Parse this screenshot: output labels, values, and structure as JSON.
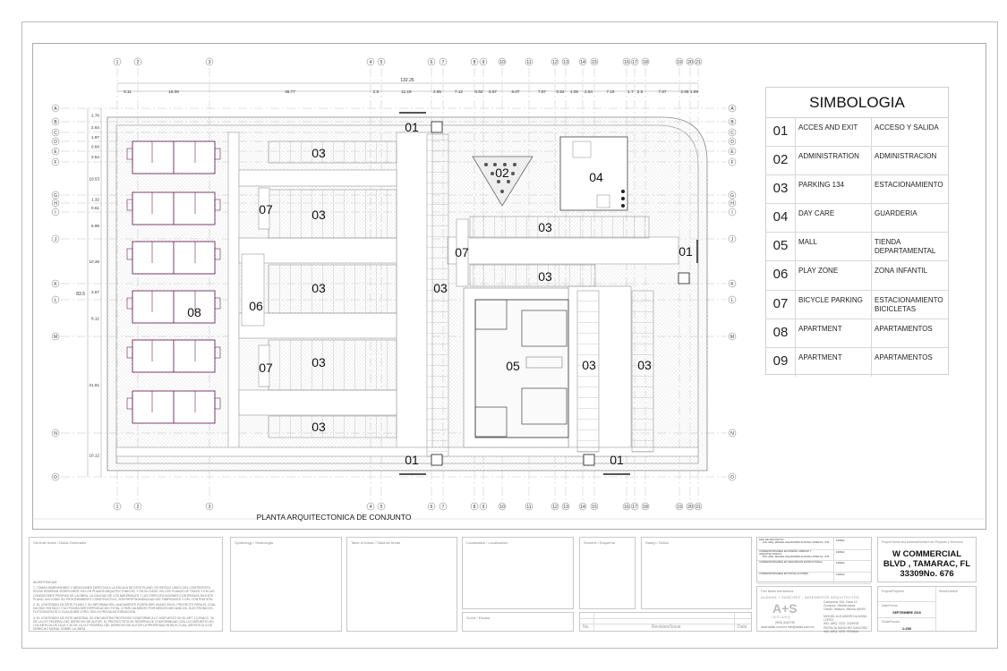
{
  "sheet": {
    "drawing_title": "PLANTA ARQUITECTONICA DE CONJUNTO",
    "grid_columns": [
      "1",
      "2",
      "3",
      "4",
      "5",
      "6",
      "7",
      "8",
      "9",
      "10",
      "11",
      "12",
      "13",
      "14",
      "15",
      "16",
      "17",
      "18",
      "19",
      "20",
      "21"
    ],
    "grid_rows": [
      "A",
      "B",
      "C",
      "D",
      "E",
      "F",
      "G",
      "H",
      "I",
      "J",
      "K",
      "L",
      "M",
      "N",
      "O"
    ],
    "top_total_dimension": "132.26",
    "top_dimensions": [
      "5.11",
      "16.08",
      "36.77",
      "2.5",
      "11.19",
      "2.65",
      "7.12",
      "0.52",
      "5.57",
      "6.07",
      "7.57",
      "0.54",
      "4.05",
      "2.64",
      "7.19",
      "1.7",
      "2.5",
      "7.67",
      "2.65",
      "1.89"
    ],
    "left_total_dimension": "83.5",
    "left_dimensions": [
      "2.76",
      "2.64",
      "1.97",
      "0.84",
      "2.54",
      "10.53",
      "1.32",
      "0.61",
      "5.99",
      "10.36",
      "3.67",
      "8.12",
      "21.91",
      "10.12"
    ]
  },
  "plan": {
    "labels": [
      "01",
      "01",
      "01",
      "01",
      "02",
      "03",
      "03",
      "03",
      "03",
      "03",
      "03",
      "03",
      "03",
      "03",
      "03",
      "04",
      "05",
      "06",
      "07",
      "07",
      "07",
      "08"
    ]
  },
  "legend": {
    "title": "SIMBOLOGIA",
    "items": [
      {
        "num": "01",
        "en": "ACCES AND EXIT",
        "es": "ACCESO Y SALIDA"
      },
      {
        "num": "02",
        "en": "ADMINISTRATION",
        "es": "ADMINISTRACION"
      },
      {
        "num": "03",
        "en": "PARKING  134",
        "es": "ESTACIONAMIENTO"
      },
      {
        "num": "04",
        "en": "DAY CARE",
        "es": "GUARDERIA"
      },
      {
        "num": "05",
        "en": "MALL",
        "es": "TIENDA DEPARTAMENTAL"
      },
      {
        "num": "06",
        "en": "PLAY ZONE",
        "es": "ZONA INFANTIL"
      },
      {
        "num": "07",
        "en": "BICYCLE PARKING",
        "es": "ESTACIONAMIENTO BICICLETAS"
      },
      {
        "num": "08",
        "en": "APARTMENT",
        "es": "APARTAMENTOS"
      },
      {
        "num": "09",
        "en": "APARTMENT",
        "es": "APARTAMENTOS"
      }
    ]
  },
  "titleblock": {
    "notes_caption": "General Notes / Notas Generales",
    "notes_heading": "ADVERTENCIAS:",
    "notes": [
      "1.  TOMAR DIMENSIONES Y MEDICIONES DIRECTAS A LA ESCALA DE ESTE PLANO, ES RIESGO UNICO DEL CONTRATISTA. ESTAS DEBERAN VERIFICARSE EN LOS PLANOS ARQUITECTONICOS, Y EN SU CASO, EN LOS PLANOS DE TRAZO Y EN LAS CONDICIONES PROPIAS DE LA OBRA. LA CALIDAD DE LOS MATERIALES Y LAS ESPECIFICACIONES CONTENIDAS EN ESTE PLANO, ASI COMO SU PROCEDIMIENTO CONSTRUCTIVO, SON RESPONSABILIDAD DEL FABRICANTE Y DEL CONTRATISTA.",
      "2.  EL CONTENIDO DE ESTE PLANO Y SU INFORMACION, UNICAMENTE PODRA SER USADO EN EL PROYECTO PARA EL CUAL HA SIDO EDITADO Y NO PODRA SER REPRODUCIDO TOTAL O PARCIALMENTE POR MEDIOS MECANICOS, ELECTRONICOS, FOTOGRAFICOS O CUALQUIER OTRO, SIN LA PREVIA AUTORIZACION.",
      "3.  EL CONTENIDO DE ESTE MATERIAL SE ENCUENTRA PROTEGIDO CONFORME A LO DISPUESTO EN EL ART. 13 FRACC. VII DE LA LEY FEDERAL DEL DERECHO DE AUTOR. EL PROYECTISTA SE RESERVA DE CONFORMIDAD CON LO DISPUESTO EN LOS ARTICULOS 18,19 Y 20 DE LA LEY FEDERAL DEL DERECHO DE AUTOR LA PROPIEDAD INTELECTUAL, ARTISTICA O DE DERECHO MORAL SOBRE LA OBRA."
    ],
    "symbology_caption": "Symbology / Simbologia",
    "areas_caption": "Table of Areas / Tabla de Areas",
    "location_caption": "Localization / Localizacion",
    "score_caption": "Score / Escala",
    "scheme_caption": "Scheme / Esquema",
    "stamp_caption": "Stamp / Sellos",
    "revision": {
      "no": "No.",
      "issue": "Revision/Issue",
      "date": "Date"
    },
    "firms": [
      {
        "role": "DRO DE PROYECTO:",
        "name": "ING. ARQ. MIGUEL ALEJANDRO ALDANA LOPEZ No. 678",
        "sign": "FIRMA:"
      },
      {
        "role": "CORRESPONSABLE EN DISEÑO URBANO Y ARQUITECTONICO:",
        "name": "ING. ARQ. MIGUEL ALEJANDRO ALDANA LOPEZ No. 678",
        "sign": "FIRMA:"
      },
      {
        "role": "CORRESPONSABLE EN SEGURIDAD ESTRUCTURAL:",
        "name": "",
        "sign": "FIRMA:"
      },
      {
        "role": "CORRESPONSABLE EN INSTALACIONES:",
        "name": "",
        "sign": "FIRMA:"
      }
    ],
    "project_caption": "Project Name and Address/Nombre del Proyecto y Direccion",
    "project_address": "W COMMERCIAL BLVD , TAMARAC, FL 33309No. 676",
    "firm_caption": "Firm Name and Address",
    "firm_name": "ALDANA + SANCHEZ - INGENIEROS ARQUITECTOS",
    "logo_text": "A+S",
    "logo_sub": "INGIARQ",
    "firm_phone": "(993) 3242739",
    "firm_web": "www.asfair.com.mx info@asfair.com.mx",
    "firm_address": [
      "Campeche 106, Casa 12",
      "Choques, Villahermosa",
      "Centro Tabasco, Mexico 86000"
    ],
    "firm_people": [
      "MIGUEL ALEJANDRO ALDANA LOPEZ",
      "ING. ARQ. CED. 2426918",
      "PATRICIA SANCHEZ SANCHEZ",
      "ING. ARQ. CED. 3740610"
    ],
    "project_label": "Project/Proyecto",
    "sheet_label": "Sheet/Lamina",
    "date_label": "Date/Fecha",
    "date_value": "SEPTIEMBRE 2019",
    "scale_label": "Scale/Escala",
    "scale_value": "1:250"
  },
  "colors": {
    "line": "#9a9a9a",
    "apartment": "#6b2a5a",
    "hatch": "#cfcfcf",
    "landscape": "#2f8f7a"
  }
}
